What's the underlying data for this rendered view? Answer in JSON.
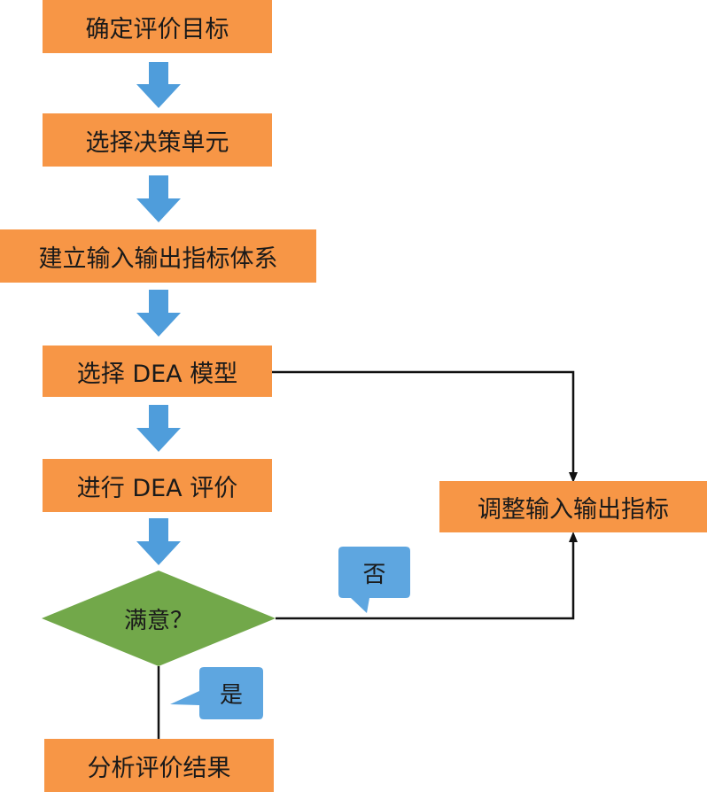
{
  "colors": {
    "box": "#f79646",
    "down_arrow": "#4f9ddb",
    "diamond": "#72a84a",
    "callout": "#5ea6e0",
    "connector": "#111111"
  },
  "steps": [
    {
      "label": "确定评价目标"
    },
    {
      "label": "选择决策单元"
    },
    {
      "label": "建立输入输出指标体系"
    },
    {
      "label": "选择 DEA 模型"
    },
    {
      "label": "进行 DEA 评价"
    },
    {
      "label": "分析评价结果"
    }
  ],
  "adjust": {
    "label": "调整输入输出指标"
  },
  "decision": {
    "label": "满意？"
  },
  "callouts": {
    "no": "否",
    "yes": "是"
  }
}
